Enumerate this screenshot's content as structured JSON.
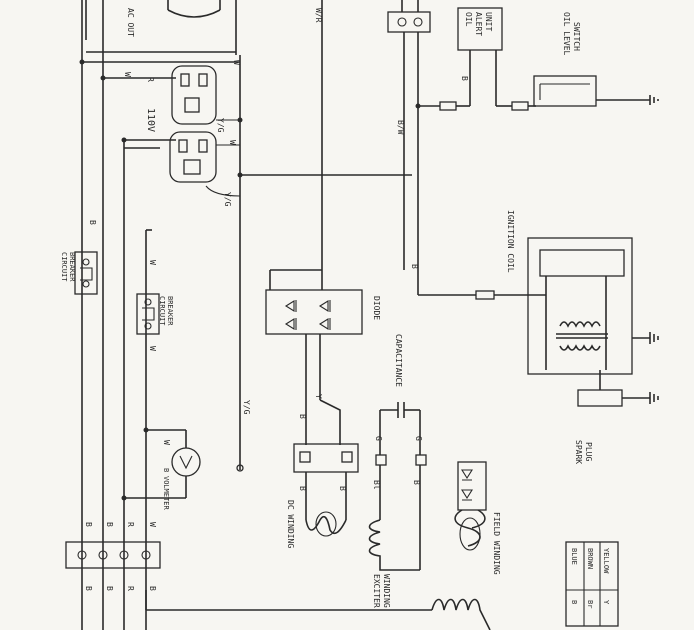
{
  "labels": {
    "ac_out": "AC OUT",
    "v110": "110V",
    "oil_alert_unit": [
      "OIL",
      "ALERT",
      "UNIT"
    ],
    "oil_level_switch": [
      "OIL LEVEL",
      "SWITCH"
    ],
    "ignition_coil": "IGNITION COIL",
    "circuit_breaker_1": [
      "CIRCUIT",
      "BREAKER"
    ],
    "circuit_breaker_2": [
      "CIRCUIT",
      "BREAKER"
    ],
    "diode": "DIODE",
    "capacitance": "CAPACITANCE",
    "volmeter": "VOLMETER",
    "dc_winding": "DC WINDING",
    "exciter_winding": [
      "EXCITER",
      "WINDING"
    ],
    "field_winding": "FIELD WINDING",
    "spark_plug": [
      "SPARK",
      "PLUG"
    ]
  },
  "wire_codes": {
    "w": "W",
    "r": "R",
    "b": "B",
    "y": "Y",
    "g": "G",
    "wr": "W/R",
    "yg": "Y/G",
    "bw": "B/W",
    "bl": "Bl",
    "br": "Br"
  },
  "legend": [
    {
      "code": "B",
      "name": "BLUE"
    },
    {
      "code": "Br",
      "name": "BROWN"
    },
    {
      "code": "Y",
      "name": "YELLOW"
    }
  ],
  "colors": {
    "ink": "#2a2a2a",
    "paper": "#f7f6f2"
  }
}
